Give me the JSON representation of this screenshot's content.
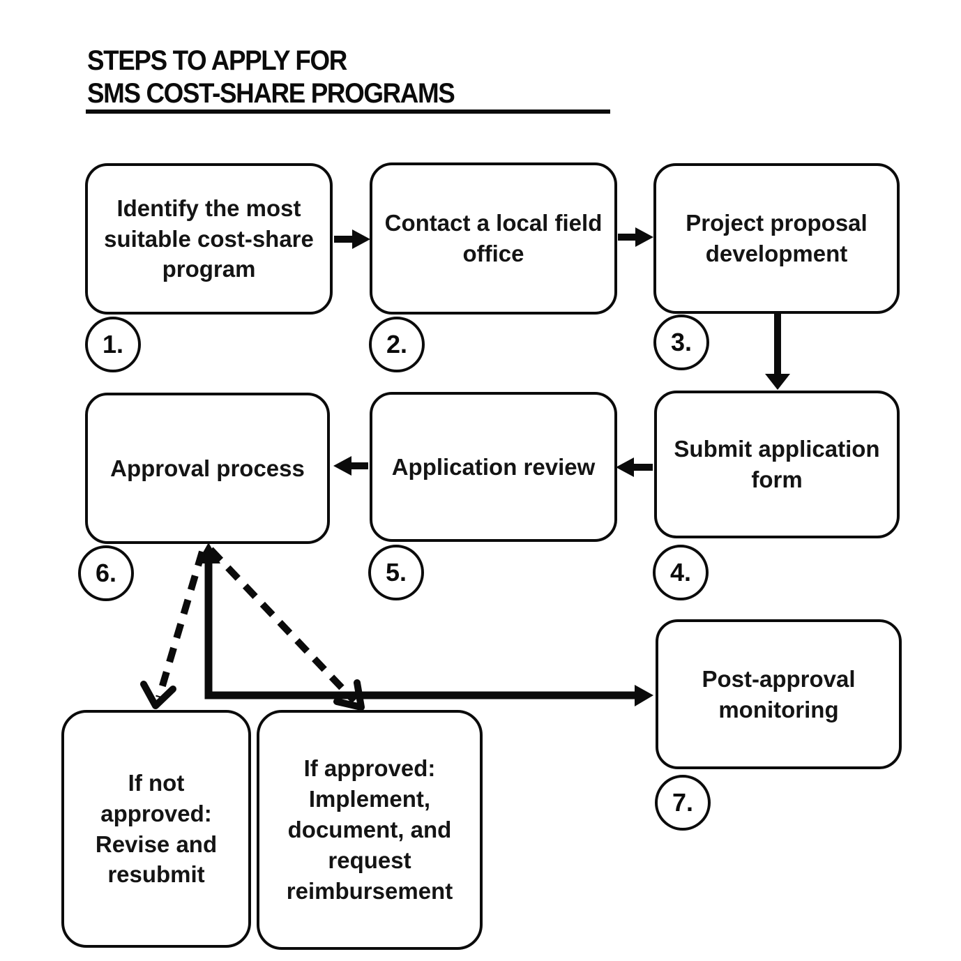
{
  "title": {
    "line1": "STEPS TO APPLY FOR",
    "line2": "SMS COST-SHARE PROGRAMS"
  },
  "steps": [
    {
      "number": "1.",
      "label": "Identify the most\nsuitable cost-share\nprogram"
    },
    {
      "number": "2.",
      "label": "Contact a local field\noffice"
    },
    {
      "number": "3.",
      "label": "Project proposal\ndevelopment"
    },
    {
      "number": "4.",
      "label": "Submit application\nform"
    },
    {
      "number": "5.",
      "label": "Application review"
    },
    {
      "number": "6.",
      "label": "Approval process"
    },
    {
      "number": "7.",
      "label": "Post-approval\nmonitoring"
    }
  ],
  "outcomes": [
    {
      "id": "not-approved",
      "label": "If not\napproved:\nRevise and\nresubmit",
      "connector_style": "dashed"
    },
    {
      "id": "approved",
      "label": "If approved:\nImplement,\ndocument, and\nrequest\nreimbursement",
      "connector_style": "dashed"
    }
  ],
  "flows": [
    {
      "from": "1",
      "to": "2",
      "style": "solid"
    },
    {
      "from": "2",
      "to": "3",
      "style": "solid"
    },
    {
      "from": "3",
      "to": "4",
      "style": "solid"
    },
    {
      "from": "4",
      "to": "5",
      "style": "solid"
    },
    {
      "from": "5",
      "to": "6",
      "style": "solid"
    },
    {
      "from": "6",
      "to": "not-approved",
      "style": "dashed"
    },
    {
      "from": "6",
      "to": "approved",
      "style": "dashed"
    },
    {
      "from": "6",
      "to": "7",
      "style": "solid"
    }
  ],
  "colors": {
    "ink": "#0b0b0b",
    "background": "#ffffff"
  }
}
